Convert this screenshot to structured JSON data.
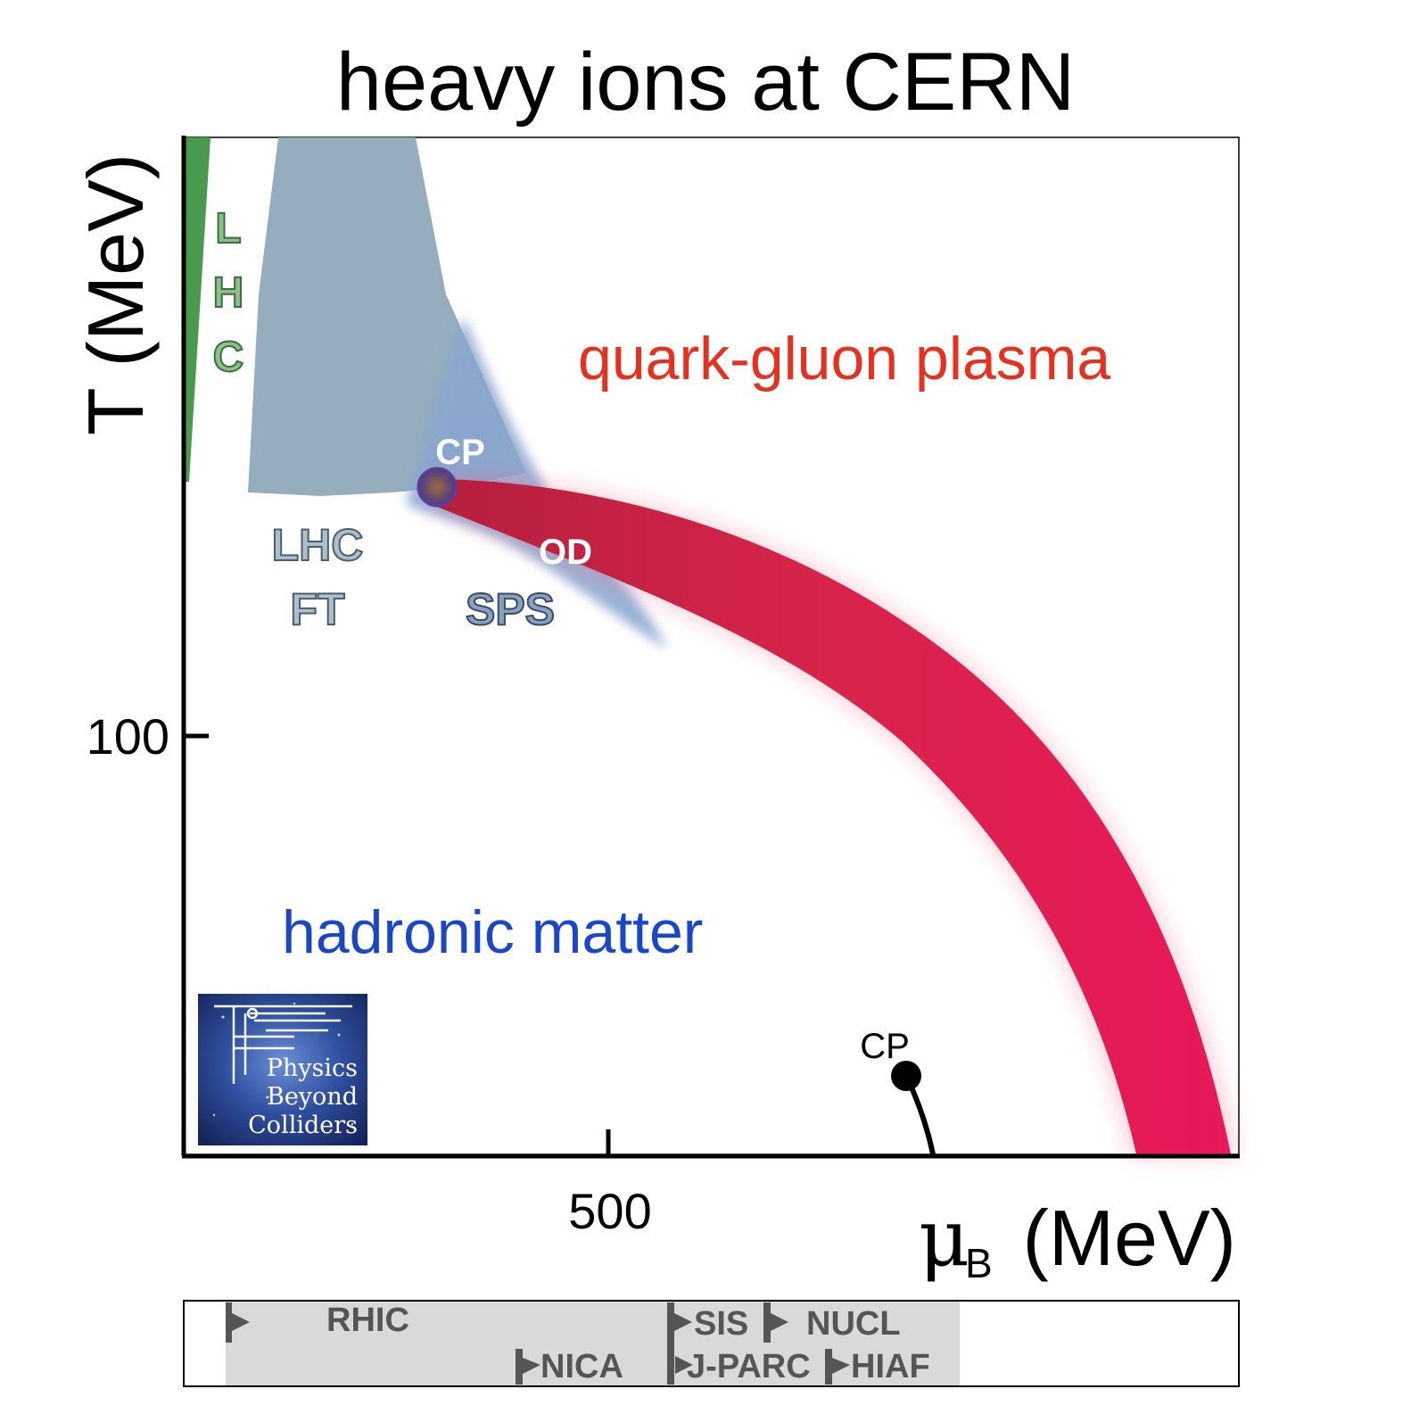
{
  "title": "heavy ions at CERN",
  "axes": {
    "y_label": "T (MeV)",
    "x_label_main": "μ",
    "x_label_sub": "B",
    "x_label_unit": "(MeV)",
    "y_tick": "100",
    "x_tick": "500"
  },
  "regions": {
    "qgp": "quark-gluon plasma",
    "hadronic": "hadronic matter",
    "cp_top": "CP",
    "cp_bottom": "CP",
    "lhc_vertical": [
      "L",
      "H",
      "C"
    ],
    "lhc_ft_line1": "LHC",
    "lhc_ft_line2": "FT",
    "od": "OD",
    "sps": "SPS"
  },
  "logo": {
    "line1": "Physics",
    "line2": "Beyond",
    "line3": "Colliders"
  },
  "facilities": {
    "rhic": "RHIC",
    "nica": "NICA",
    "sis": "SIS",
    "jparc": "J-PARC",
    "nucl": "NUCL",
    "hiaf": "HIAF"
  },
  "colors": {
    "qgp_text": "#e8301e",
    "hadronic_text": "#1a47c9",
    "band_start": "#b8203e",
    "band_end": "#e8185a",
    "lhc_green": "#4a9a4e",
    "ft_region": "#8fa9b9",
    "sps_region": "#8aa5cf",
    "facility_bar": "#d9d9d9",
    "facility_text": "#555555"
  }
}
